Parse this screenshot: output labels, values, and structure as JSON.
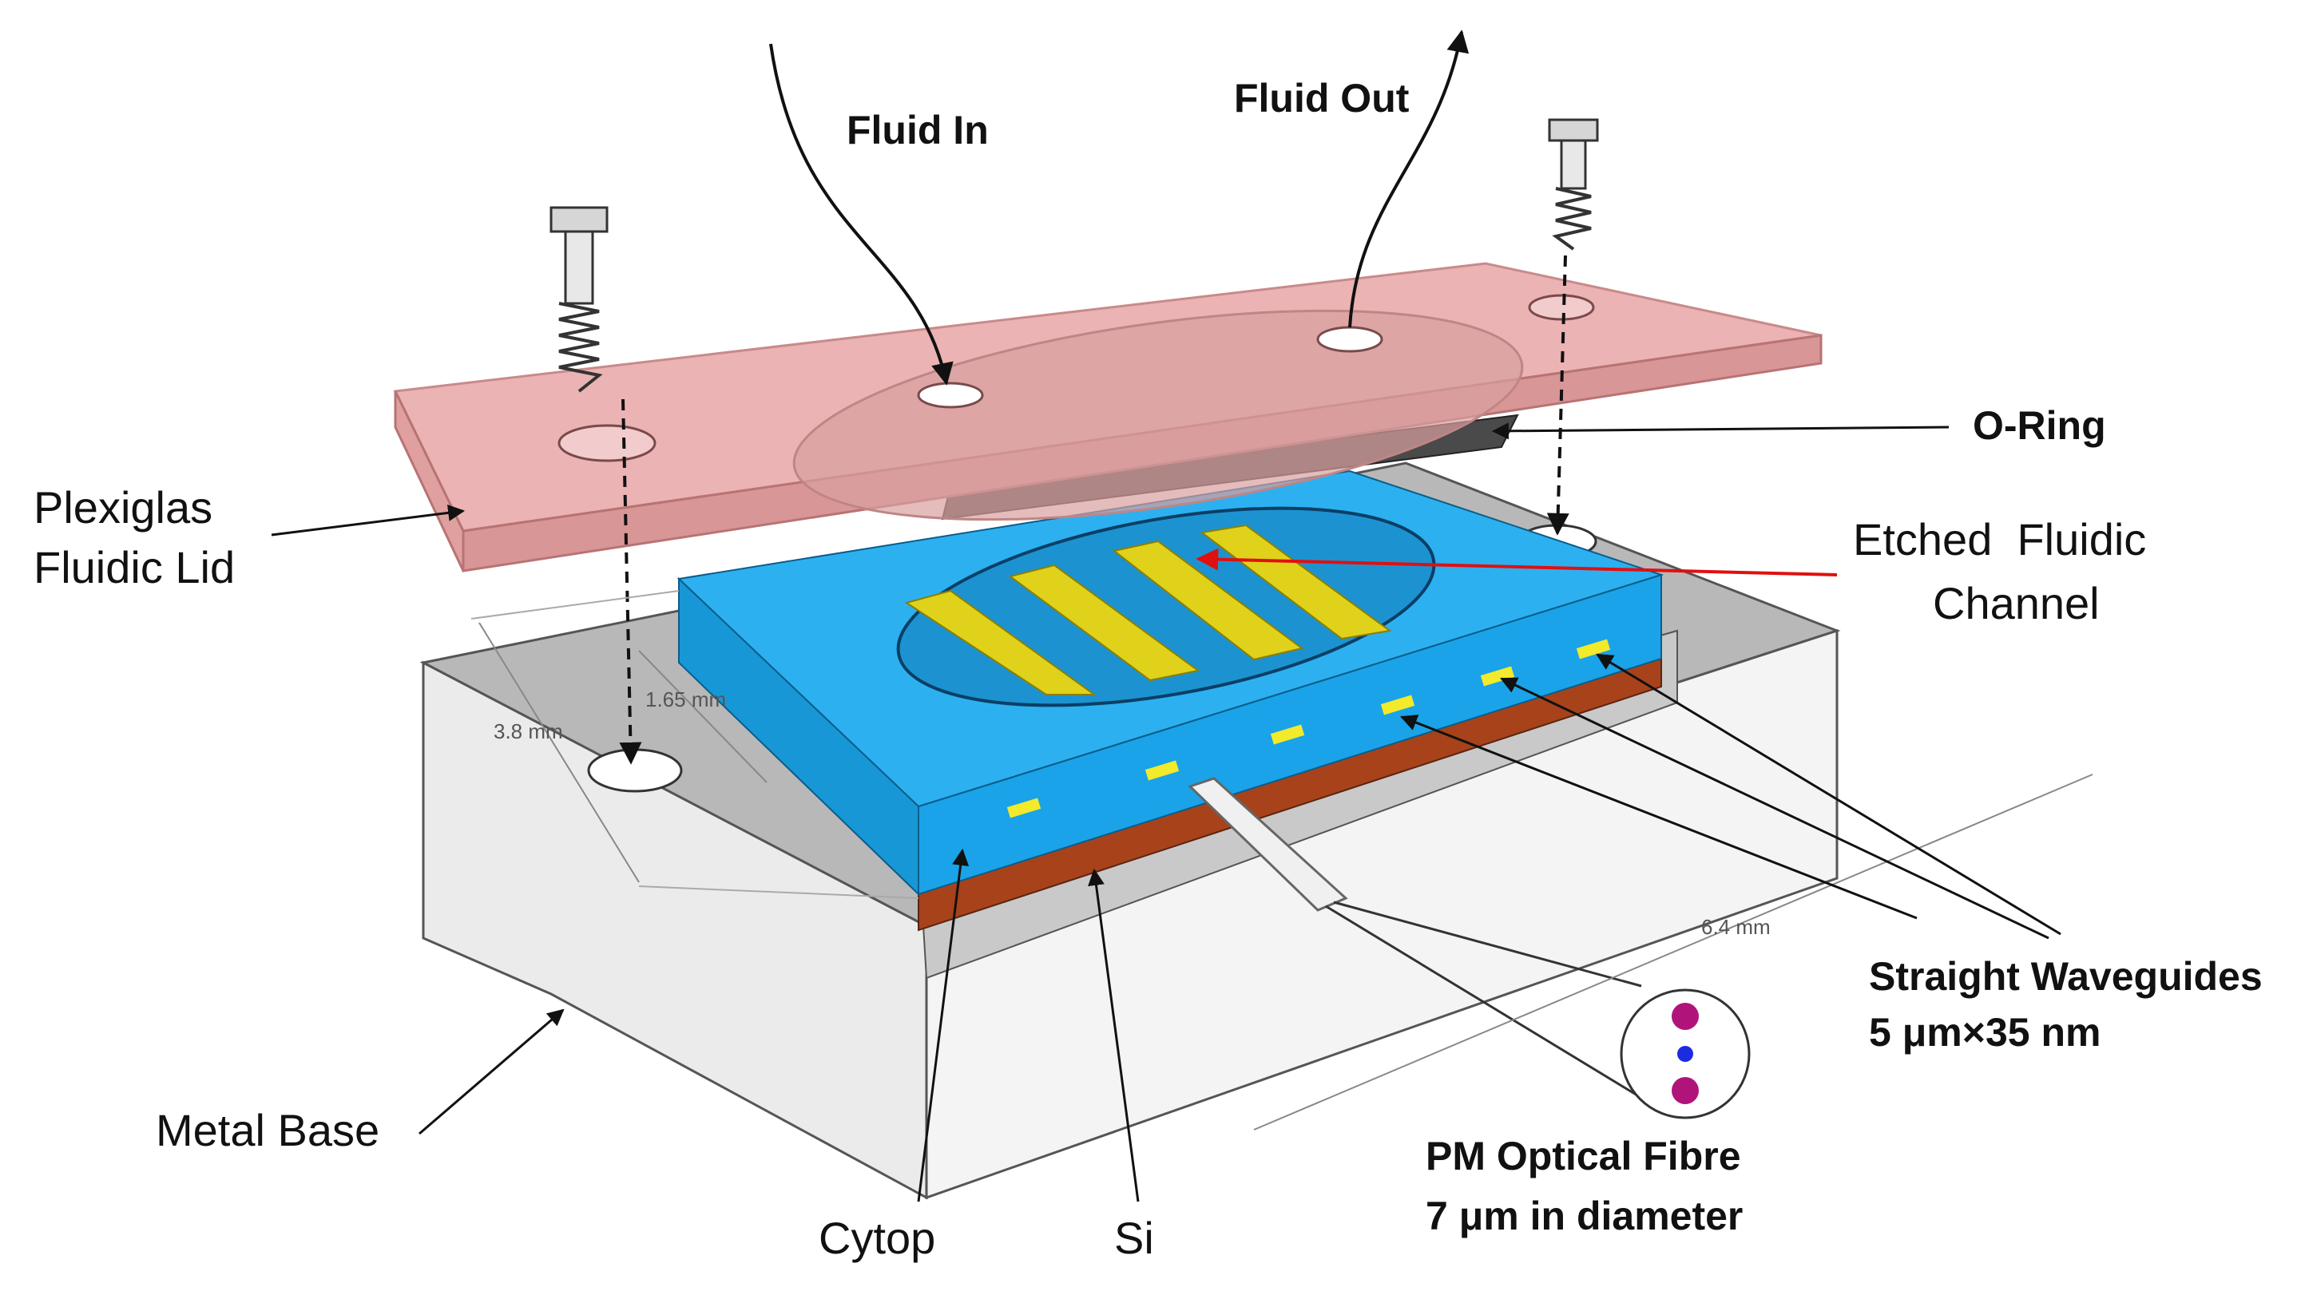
{
  "labels": {
    "fluid_in": "Fluid In",
    "fluid_out": "Fluid Out",
    "o_ring": "O-Ring",
    "lid_line1": "Plexiglas",
    "lid_line2": "Fluidic Lid",
    "channel_line1": "Etched  Fluidic",
    "channel_line2": "Channel",
    "waveguides_line1": "Straight Waveguides",
    "waveguides_line2": "5 μm×35 nm",
    "metal_base": "Metal Base",
    "fibre_line1": "PM Optical Fibre",
    "fibre_line2": "7 μm in diameter",
    "cytop": "Cytop",
    "si": "Si"
  },
  "dimensions": {
    "width": "3.8 mm",
    "channel_width": "1.65 mm",
    "length": "6.4 mm"
  },
  "colors": {
    "lid": "#e8a8a8",
    "lid_edge": "#c98a8a",
    "cytop": "#1aa3e8",
    "cytop_top": "#2db0f0",
    "waveguide": "#e0d21a",
    "silicon": "#a8421a",
    "base_top": "#b8b8b8",
    "base_side": "#e6e6e6",
    "fibre_core": "#1a2be0",
    "fibre_stress": "#b0147a",
    "channel_arrow": "#e01010"
  }
}
